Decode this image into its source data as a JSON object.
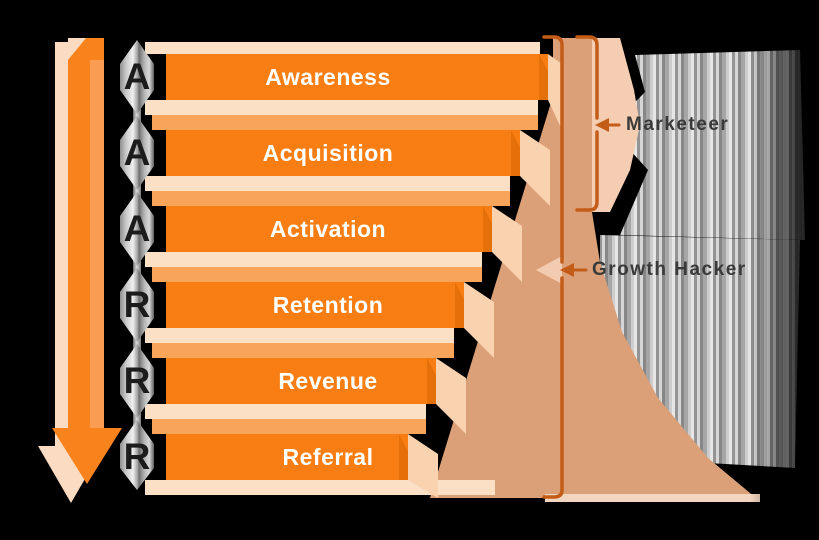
{
  "letters": [
    "A",
    "A",
    "A",
    "R",
    "R",
    "R"
  ],
  "stages": [
    {
      "label": "Awareness"
    },
    {
      "label": "Acquisition"
    },
    {
      "label": "Activation"
    },
    {
      "label": "Retention"
    },
    {
      "label": "Revenue"
    },
    {
      "label": "Referral"
    }
  ],
  "roles": {
    "marketeer": {
      "label": "Marketeer"
    },
    "growth_hacker": {
      "label": "Growth Hacker"
    }
  },
  "icons": {
    "down_arrow": "down-arrow-icon",
    "marketeer_brace": "bracket spanning top two stages",
    "growth_hacker_brace": "bracket spanning all six stages"
  },
  "colors": {
    "bar_orange": "#F87D12",
    "bar_edge_dark": "#E56F08",
    "band_light_peach": "#FBDCC2",
    "band_medium_orange": "#F9A45B",
    "shadow_tan": "#DBA077",
    "bracket_orange": "#C25C17",
    "letter_dark": "#1C1C1C",
    "role_label_gray": "#3A3A3A",
    "bar_text_white": "#FFFFFF",
    "background_black": "#000000"
  }
}
